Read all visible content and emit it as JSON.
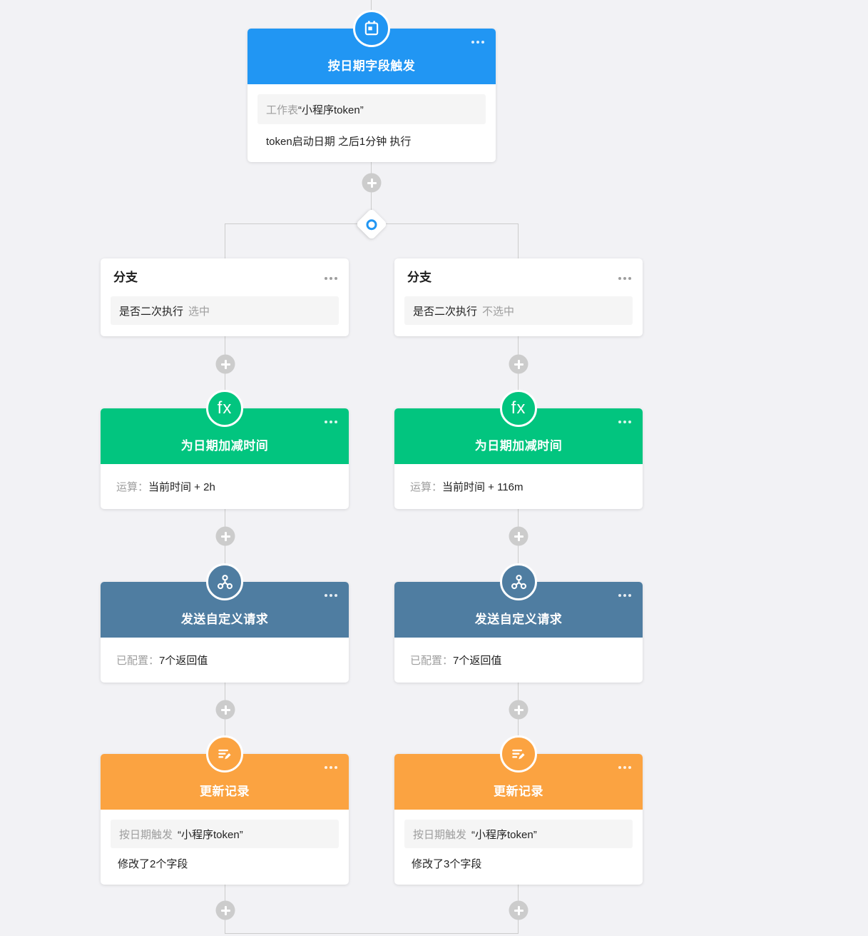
{
  "colors": {
    "background": "#f2f2f5",
    "trigger_blue": "#2196f3",
    "formula_green": "#02c57f",
    "request_slate": "#4f7da1",
    "update_orange": "#fba341",
    "connector_gray": "#cccccc",
    "diamond_ring_blue": "#2196f3"
  },
  "icons": {
    "fx_label": "fx"
  },
  "trigger": {
    "title": "按日期字段触发",
    "worksheet_label": "工作表",
    "worksheet_name": "“小程序token”",
    "schedule": "token启动日期 之后1分钟 执行"
  },
  "columns": [
    {
      "branch": {
        "title": "分支",
        "field": "是否二次执行",
        "state": "选中"
      },
      "formula": {
        "title": "为日期加减时间",
        "label": "运算：",
        "value": "当前时间 + 2h"
      },
      "request": {
        "title": "发送自定义请求",
        "label": "已配置：",
        "value": "7个返回值"
      },
      "update": {
        "title": "更新记录",
        "trigger_label": "按日期触发",
        "record_name": "“小程序token”",
        "changes": "修改了2个字段"
      }
    },
    {
      "branch": {
        "title": "分支",
        "field": "是否二次执行",
        "state": "不选中"
      },
      "formula": {
        "title": "为日期加减时间",
        "label": "运算：",
        "value": "当前时间 + 116m"
      },
      "request": {
        "title": "发送自定义请求",
        "label": "已配置：",
        "value": "7个返回值"
      },
      "update": {
        "title": "更新记录",
        "trigger_label": "按日期触发",
        "record_name": "“小程序token”",
        "changes": "修改了3个字段"
      }
    }
  ]
}
